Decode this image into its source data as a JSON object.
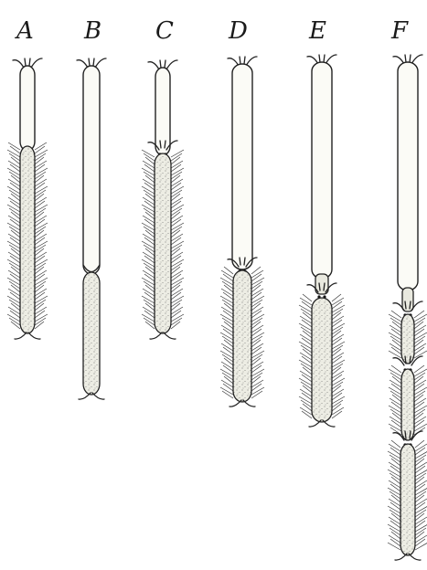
{
  "figure": {
    "panels": [
      {
        "id": "A",
        "label": "A"
      },
      {
        "id": "B",
        "label": "B"
      },
      {
        "id": "C",
        "label": "C"
      },
      {
        "id": "D",
        "label": "D"
      },
      {
        "id": "E",
        "label": "E"
      },
      {
        "id": "F",
        "label": "F"
      }
    ],
    "colors": {
      "ink": "#222222",
      "paper": "#ffffff",
      "stipple": "#e9e9df"
    }
  }
}
